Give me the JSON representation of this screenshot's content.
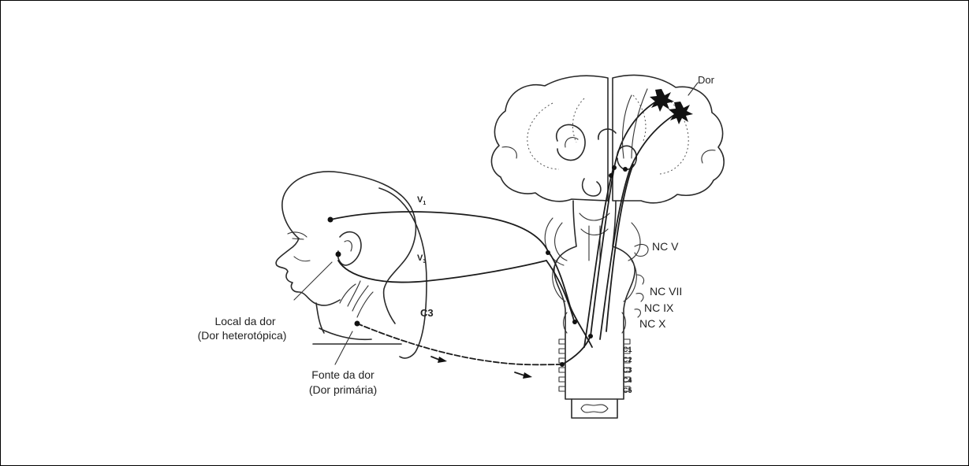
{
  "labels": {
    "dor": "Dor",
    "v1": "V",
    "v1_sub": "1",
    "v3": "V",
    "v3_sub": "3",
    "c3": "C3",
    "nc_v": "NC V",
    "nc_vii": "NC VII",
    "nc_ix": "NC IX",
    "nc_x": "NC X",
    "local_line1": "Local da dor",
    "local_line2": "(Dor heterotópica)",
    "fonte_line1": "Fonte da dor",
    "fonte_line2": "(Dor primária)",
    "segments": [
      "C1",
      "C2",
      "C3",
      "C4",
      "C5"
    ]
  },
  "colors": {
    "ink": "#222222",
    "border": "#000000",
    "background": "#ffffff"
  }
}
